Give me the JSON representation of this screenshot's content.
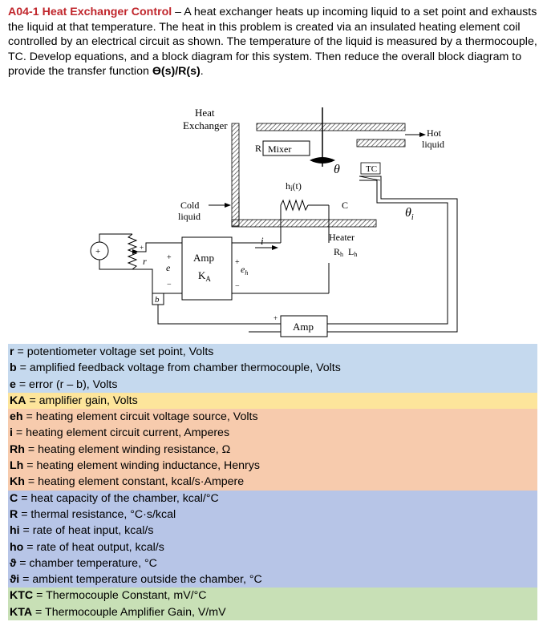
{
  "problem": {
    "title": "A04-1 Heat Exchanger Control",
    "dash": " – ",
    "text": "A heat exchanger heats up incoming liquid to a set point and exhausts the liquid at that temperature.  The heat in this problem is created via an insulated heating element coil controlled by an electrical circuit as shown.  The temperature of the liquid is measured by a thermocouple, TC.  Develop equations, and a block diagram for this system.  Then reduce the overall block diagram to provide the transfer function ",
    "tf": "ϴ(s)/R(s)",
    "end": "."
  },
  "diagram": {
    "heat": "Heat",
    "exchanger": "Exchanger",
    "hot": "Hot",
    "liquid_out": "liquid",
    "cold": "Cold",
    "liquid_in": "liquid",
    "r_label": "R",
    "mixer": "Mixer",
    "theta": "θ",
    "tc": "TC",
    "hi": "h",
    "hi_sub": "i",
    "hi_t": "(t)",
    "c": "C",
    "theta_i": "θ",
    "theta_i_sub": "i",
    "heater": "Heater",
    "rh": "R",
    "rh_sub": "h",
    "lh": "L",
    "lh_sub": "h",
    "i_label": "i",
    "amp1": "Amp",
    "ka": "K",
    "ka_sub": "A",
    "e_label": "e",
    "eh_label": "e",
    "eh_sub": "h",
    "r_pot": "r",
    "b_label": "b",
    "plus": "+",
    "minus": "−",
    "amp2": "Amp"
  },
  "definitions": [
    {
      "sym": "r",
      "text": " = potentiometer voltage set point, Volts",
      "color": "#c5d9ee"
    },
    {
      "sym": "b",
      "text": " = amplified feedback voltage from chamber thermocouple, Volts",
      "color": "#c5d9ee"
    },
    {
      "sym": "e",
      "text": " = error (r – b), Volts",
      "color": "#c5d9ee"
    },
    {
      "sym": "KA",
      "text": " = amplifier gain, Volts",
      "color": "#fde59b"
    },
    {
      "sym": "eh",
      "text": " = heating element circuit voltage source, Volts",
      "color": "#f7cbad"
    },
    {
      "sym": "i",
      "text": " = heating element circuit current, Amperes",
      "color": "#f7cbad"
    },
    {
      "sym": "Rh",
      "text": " = heating element winding resistance, Ω",
      "color": "#f7cbad"
    },
    {
      "sym": "Lh",
      "text": " = heating element winding inductance, Henrys",
      "color": "#f7cbad"
    },
    {
      "sym": "Kh",
      "text": " = heating element constant, kcal/s·Ampere",
      "color": "#f7cbad"
    },
    {
      "sym": "C",
      "text": " = heat capacity of the chamber, kcal/°C",
      "color": "#b7c5e7"
    },
    {
      "sym": "R",
      "text": " = thermal resistance, °C·s/kcal",
      "color": "#b7c5e7"
    },
    {
      "sym": "hi",
      "text": " = rate of heat input, kcal/s",
      "color": "#b7c5e7"
    },
    {
      "sym": "ho",
      "text": " = rate of heat output, kcal/s",
      "color": "#b7c5e7"
    },
    {
      "sym": "ϑ",
      "text": " = chamber temperature, °C",
      "color": "#b7c5e7"
    },
    {
      "sym": "ϑi",
      "text": " = ambient temperature outside the chamber, °C",
      "color": "#b7c5e7"
    },
    {
      "sym": "KTC",
      "text": " = Thermocouple Constant, mV/°C",
      "color": "#c8e0b6"
    },
    {
      "sym": "KTA",
      "text": " = Thermocouple Amplifier Gain, V/mV",
      "color": "#c8e0b6"
    }
  ]
}
